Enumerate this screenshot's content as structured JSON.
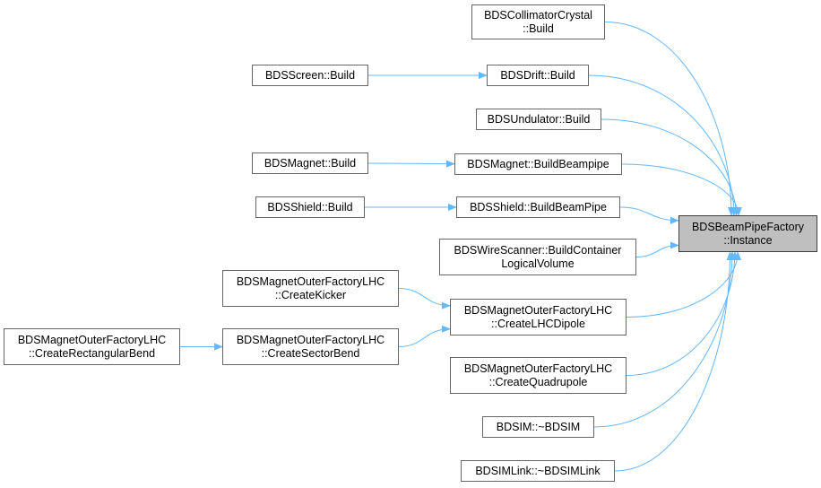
{
  "colors": {
    "edge": "#63b8ff",
    "node_border": "#666666",
    "highlight_fill": "#bfbfbf"
  },
  "nodes": {
    "n_collimator": {
      "lines": [
        "BDSCollimatorCrystal",
        "::Build"
      ]
    },
    "n_drift": {
      "lines": [
        "BDSDrift::Build"
      ]
    },
    "n_screen": {
      "lines": [
        "BDSScreen::Build"
      ]
    },
    "n_undulator": {
      "lines": [
        "BDSUndulator::Build"
      ]
    },
    "n_magnet_build": {
      "lines": [
        "BDSMagnet::Build"
      ]
    },
    "n_magnet_beampipe": {
      "lines": [
        "BDSMagnet::BuildBeampipe"
      ]
    },
    "n_shield_build": {
      "lines": [
        "BDSShield::Build"
      ]
    },
    "n_shield_beampipe": {
      "lines": [
        "BDSShield::BuildBeamPipe"
      ]
    },
    "n_wirescanner": {
      "lines": [
        "BDSWireScanner::BuildContainer",
        "LogicalVolume"
      ]
    },
    "n_kicker": {
      "lines": [
        "BDSMagnetOuterFactoryLHC",
        "::CreateKicker"
      ]
    },
    "n_lhcdipole": {
      "lines": [
        "BDSMagnetOuterFactoryLHC",
        "::CreateLHCDipole"
      ]
    },
    "n_rectbend": {
      "lines": [
        "BDSMagnetOuterFactoryLHC",
        "::CreateRectangularBend"
      ]
    },
    "n_sectorbend": {
      "lines": [
        "BDSMagnetOuterFactoryLHC",
        "::CreateSectorBend"
      ]
    },
    "n_quadrupole": {
      "lines": [
        "BDSMagnetOuterFactoryLHC",
        "::CreateQuadrupole"
      ]
    },
    "n_bdsim": {
      "lines": [
        "BDSIM::~BDSIM"
      ]
    },
    "n_bdsimlink": {
      "lines": [
        "BDSIMLink::~BDSIMLink"
      ]
    },
    "n_instance": {
      "lines": [
        "BDSBeamPipeFactory",
        "::Instance"
      ]
    }
  },
  "edges": [
    [
      "n_collimator",
      "n_instance"
    ],
    [
      "n_drift",
      "n_instance"
    ],
    [
      "n_undulator",
      "n_instance"
    ],
    [
      "n_magnet_beampipe",
      "n_instance"
    ],
    [
      "n_shield_beampipe",
      "n_instance"
    ],
    [
      "n_wirescanner",
      "n_instance"
    ],
    [
      "n_lhcdipole",
      "n_instance"
    ],
    [
      "n_quadrupole",
      "n_instance"
    ],
    [
      "n_bdsim",
      "n_instance"
    ],
    [
      "n_bdsimlink",
      "n_instance"
    ],
    [
      "n_screen",
      "n_drift"
    ],
    [
      "n_magnet_build",
      "n_magnet_beampipe"
    ],
    [
      "n_shield_build",
      "n_shield_beampipe"
    ],
    [
      "n_kicker",
      "n_lhcdipole"
    ],
    [
      "n_sectorbend",
      "n_lhcdipole"
    ],
    [
      "n_rectbend",
      "n_sectorbend"
    ]
  ]
}
